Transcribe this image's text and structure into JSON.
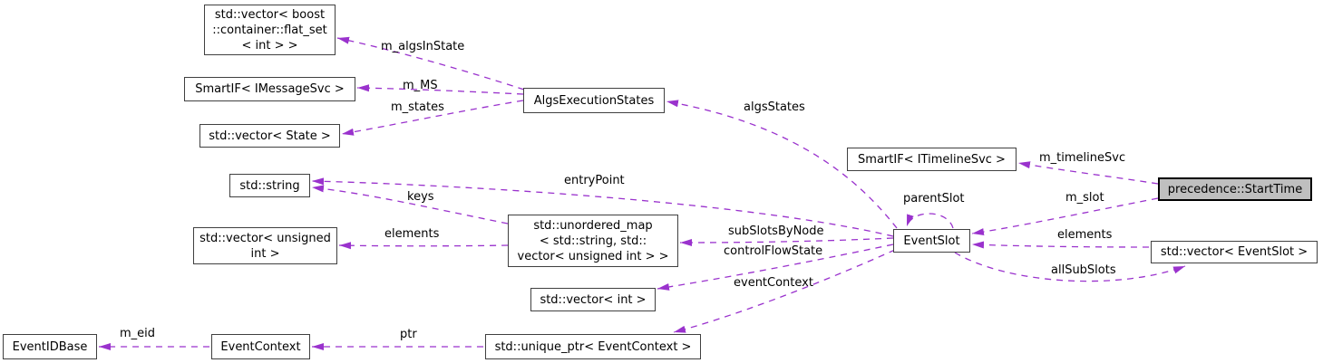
{
  "colors": {
    "edge": "#9a32cd",
    "node_border": "#404040",
    "node_fill": "#ffffff",
    "highlight_fill": "#bfbfbf",
    "highlight_border": "#000000",
    "text": "#000000",
    "background": "#ffffff"
  },
  "diagram": {
    "type": "collaboration-graph",
    "nodes": [
      {
        "id": "vector-boost-flat-set",
        "label": "std::vector< boost\n::container::flat_set\n< int > >",
        "highlighted": false
      },
      {
        "id": "smartif-imessagesvc",
        "label": "SmartIF< IMessageSvc >",
        "highlighted": false
      },
      {
        "id": "vector-state",
        "label": "std::vector< State >",
        "highlighted": false
      },
      {
        "id": "algsexecutionstates",
        "label": "AlgsExecutionStates",
        "highlighted": false
      },
      {
        "id": "std-string",
        "label": "std::string",
        "highlighted": false
      },
      {
        "id": "vector-unsigned-int",
        "label": "std::vector< unsigned\nint >",
        "highlighted": false
      },
      {
        "id": "unordered-map",
        "label": "std::unordered_map\n< std::string, std::\nvector< unsigned int > >",
        "highlighted": false
      },
      {
        "id": "vector-int",
        "label": "std::vector< int >",
        "highlighted": false
      },
      {
        "id": "unique-ptr-eventcontext",
        "label": "std::unique_ptr< EventContext >",
        "highlighted": false
      },
      {
        "id": "eventcontext",
        "label": "EventContext",
        "highlighted": false
      },
      {
        "id": "eventidbase",
        "label": "EventIDBase",
        "highlighted": false
      },
      {
        "id": "eventslot",
        "label": "EventSlot",
        "highlighted": false
      },
      {
        "id": "smartif-itimelinesvc",
        "label": "SmartIF< ITimelineSvc >",
        "highlighted": false
      },
      {
        "id": "precedence-starttime",
        "label": "precedence::StartTime",
        "highlighted": true
      },
      {
        "id": "vector-eventslot",
        "label": "std::vector< EventSlot >",
        "highlighted": false
      }
    ],
    "edges": [
      {
        "label": "m_algsInState",
        "from": "algsexecutionstates",
        "to": "vector-boost-flat-set"
      },
      {
        "label": "m_MS",
        "from": "algsexecutionstates",
        "to": "smartif-imessagesvc"
      },
      {
        "label": "m_states",
        "from": "algsexecutionstates",
        "to": "vector-state"
      },
      {
        "label": "algsStates",
        "from": "eventslot",
        "to": "algsexecutionstates"
      },
      {
        "label": "keys",
        "from": "unordered-map",
        "to": "std-string"
      },
      {
        "label": "entryPoint",
        "from": "eventslot",
        "to": "std-string"
      },
      {
        "label": "elements",
        "from": "unordered-map",
        "to": "vector-unsigned-int"
      },
      {
        "label": "subSlotsByNode",
        "from": "eventslot",
        "to": "unordered-map"
      },
      {
        "label": "controlFlowState",
        "from": "eventslot",
        "to": "vector-int"
      },
      {
        "label": "eventContext",
        "from": "eventslot",
        "to": "unique-ptr-eventcontext"
      },
      {
        "label": "ptr",
        "from": "unique-ptr-eventcontext",
        "to": "eventcontext"
      },
      {
        "label": "m_eid",
        "from": "eventcontext",
        "to": "eventidbase"
      },
      {
        "label": "parentSlot",
        "from": "eventslot",
        "to": "eventslot"
      },
      {
        "label": "m_timelineSvc",
        "from": "precedence-starttime",
        "to": "smartif-itimelinesvc"
      },
      {
        "label": "m_slot",
        "from": "precedence-starttime",
        "to": "eventslot"
      },
      {
        "label": "elements",
        "from": "vector-eventslot",
        "to": "eventslot"
      },
      {
        "label": "allSubSlots",
        "from": "eventslot",
        "to": "vector-eventslot"
      }
    ]
  }
}
